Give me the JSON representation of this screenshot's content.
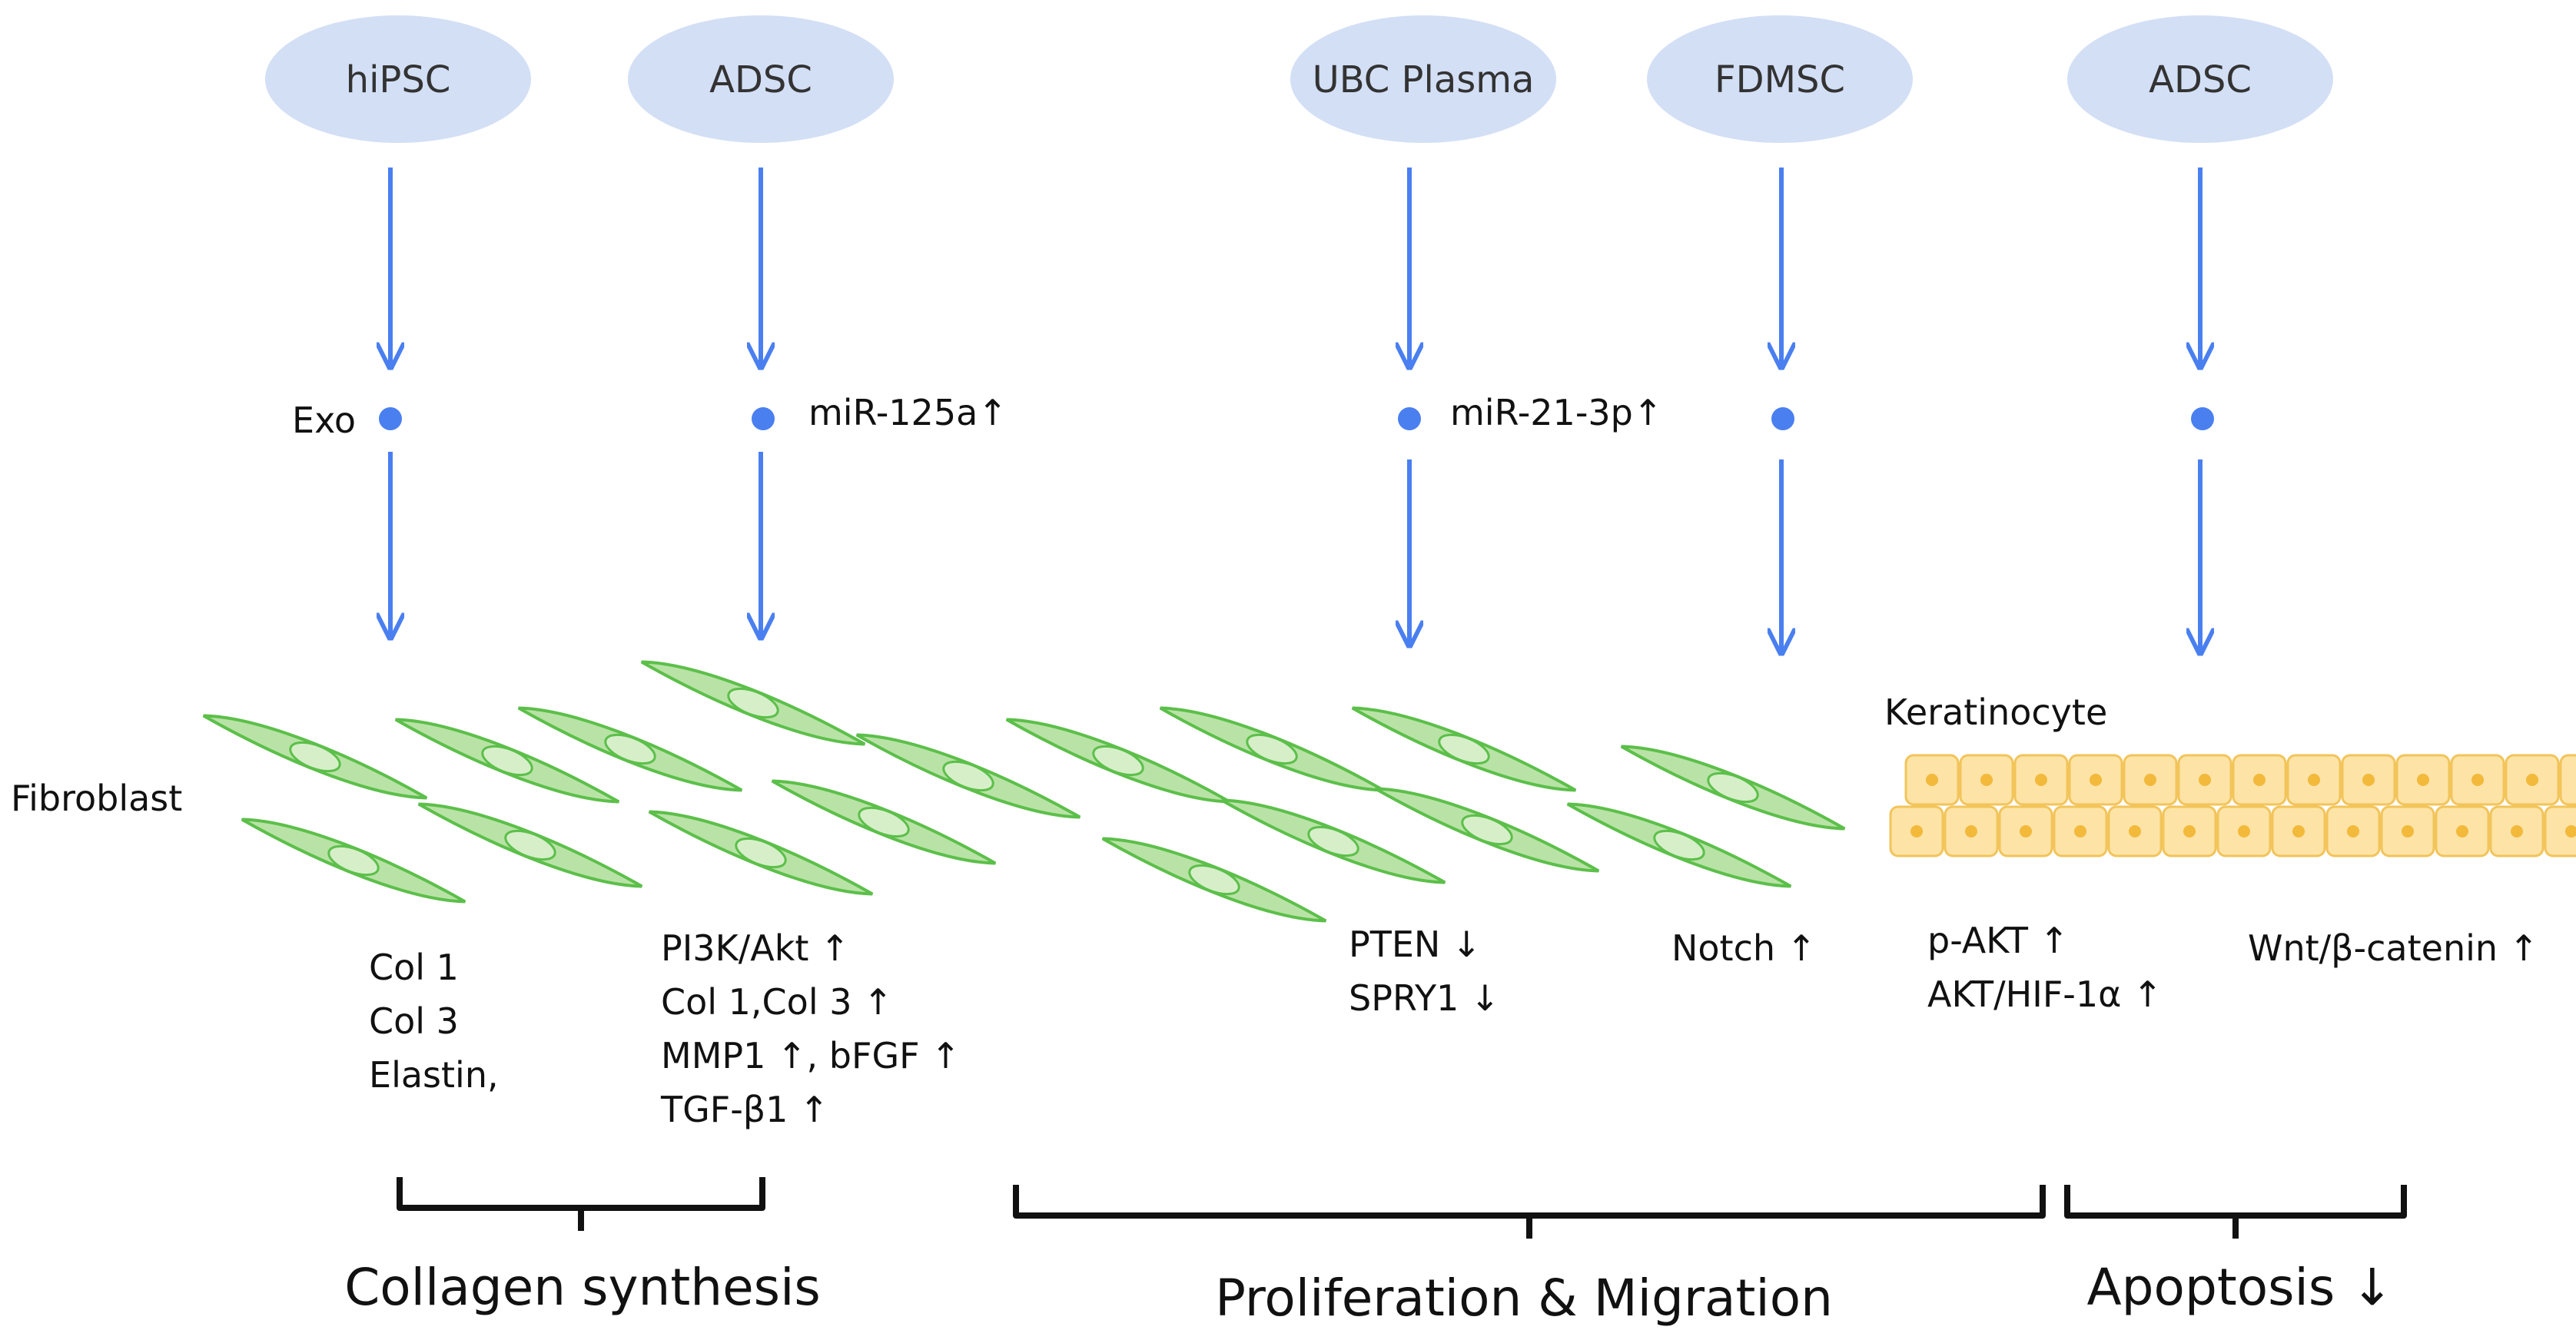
{
  "sources": [
    {
      "label": "hiPSC"
    },
    {
      "label": "ADSC"
    },
    {
      "label": "UBC Plasma"
    },
    {
      "label": "FDMSC"
    },
    {
      "label": "ADSC"
    }
  ],
  "mediators": {
    "exo": "Exo",
    "mir125a": "miR-125a↑",
    "mir21": "miR-21-3p↑"
  },
  "cells": {
    "fibroblast": "Fibroblast",
    "keratinocyte": "Keratinocyte"
  },
  "effects": {
    "hipsc": [
      "Col 1",
      "Col 3",
      "Elastin,"
    ],
    "adsc": [
      "PI3K/Akt ↑",
      "Col 1,Col 3 ↑",
      "MMP1 ↑, bFGF ↑",
      "TGF-β1 ↑"
    ],
    "ubc": [
      "PTEN ↓",
      "SPRY1 ↓"
    ],
    "fdmsc": [
      "Notch ↑"
    ],
    "keratinocyte": [
      "p-AKT ↑",
      "AKT/HIF-1α ↑"
    ],
    "adsc2": [
      "Wnt/β-catenin ↑"
    ]
  },
  "categories": {
    "collagen": "Collagen synthesis",
    "proliferation": "Proliferation & Migration",
    "apoptosis": "Apoptosis ↓"
  },
  "colors": {
    "source_fill": "#d3dff5",
    "arrow": "#4a7ff0",
    "dot": "#4a7ff0",
    "cell_fill": "#b9e3a6",
    "cell_stroke": "#5cbf4a",
    "nucleus_fill": "#d6efc9",
    "keratinocyte_fill": "#fde3a6",
    "keratinocyte_stroke": "#f2c45a",
    "keratinocyte_nucleus": "#f2b93b"
  }
}
